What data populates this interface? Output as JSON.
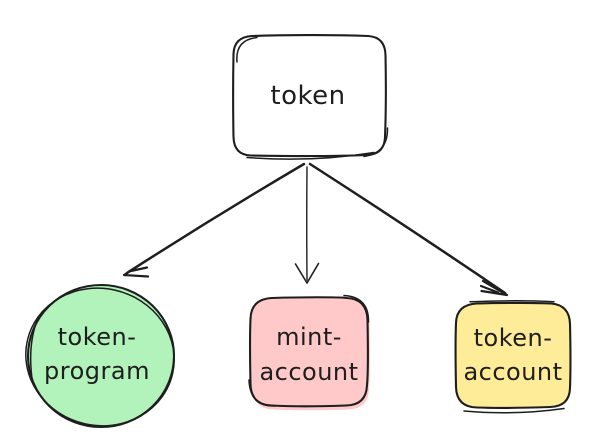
{
  "diagram": {
    "type": "flowchart",
    "background_color": "#ffffff",
    "stroke_color": "#1e1e1e",
    "nodes": {
      "token": {
        "label": "token",
        "shape": "rounded-rectangle",
        "fill": "#ffffff"
      },
      "token_program": {
        "line1": "token-",
        "line2": "program",
        "shape": "circle",
        "fill": "#b2f2bb"
      },
      "mint_account": {
        "line1": "mint-",
        "line2": "account",
        "shape": "rounded-rectangle",
        "fill": "#ffc9c9"
      },
      "token_account": {
        "line1": "token-",
        "line2": "account",
        "shape": "rounded-rectangle",
        "fill": "#ffec99"
      }
    },
    "edges": [
      {
        "from": "token",
        "to": "token_program",
        "style": "arrow"
      },
      {
        "from": "token",
        "to": "mint_account",
        "style": "arrow"
      },
      {
        "from": "token",
        "to": "token_account",
        "style": "arrow"
      }
    ]
  }
}
